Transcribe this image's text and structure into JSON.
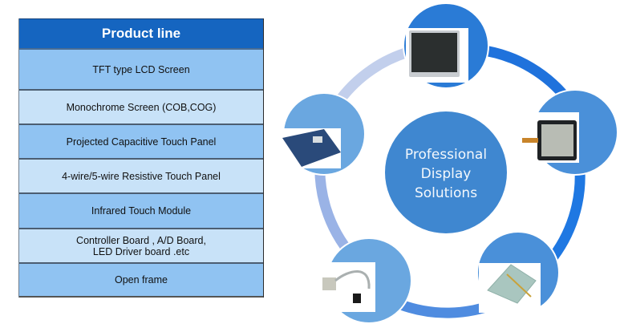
{
  "product_table": {
    "header": "Product line",
    "rows": [
      {
        "line1": "TFT type LCD Screen",
        "line2": ""
      },
      {
        "line1": "Monochrome Screen (COB,COG)",
        "line2": ""
      },
      {
        "line1": "Projected Capacitive Touch Panel",
        "line2": ""
      },
      {
        "line1": "4-wire/5-wire Resistive Touch Panel",
        "line2": ""
      },
      {
        "line1": "Infrared Touch Module",
        "line2": ""
      },
      {
        "line1": "Controller Board , A/D Board,",
        "line2": "LED Driver board .etc"
      },
      {
        "line1": "Open frame",
        "line2": ""
      }
    ]
  },
  "cycle": {
    "center": {
      "line1": "Professional",
      "line2": "Display",
      "line3": "Solutions"
    },
    "nodes": [
      {
        "name": "tft-lcd-screen-photo"
      },
      {
        "name": "capacitive-touch-panel-photo"
      },
      {
        "name": "resistive-touch-panel-photo"
      },
      {
        "name": "cable-connector-photo"
      },
      {
        "name": "controller-board-photo"
      }
    ],
    "colors": {
      "center": "#3f87d0",
      "node": "#4a90d9",
      "node_light": "#6aa7e0",
      "ring_dark": "#1a73e0",
      "ring_light": "#c5d3ee"
    }
  }
}
